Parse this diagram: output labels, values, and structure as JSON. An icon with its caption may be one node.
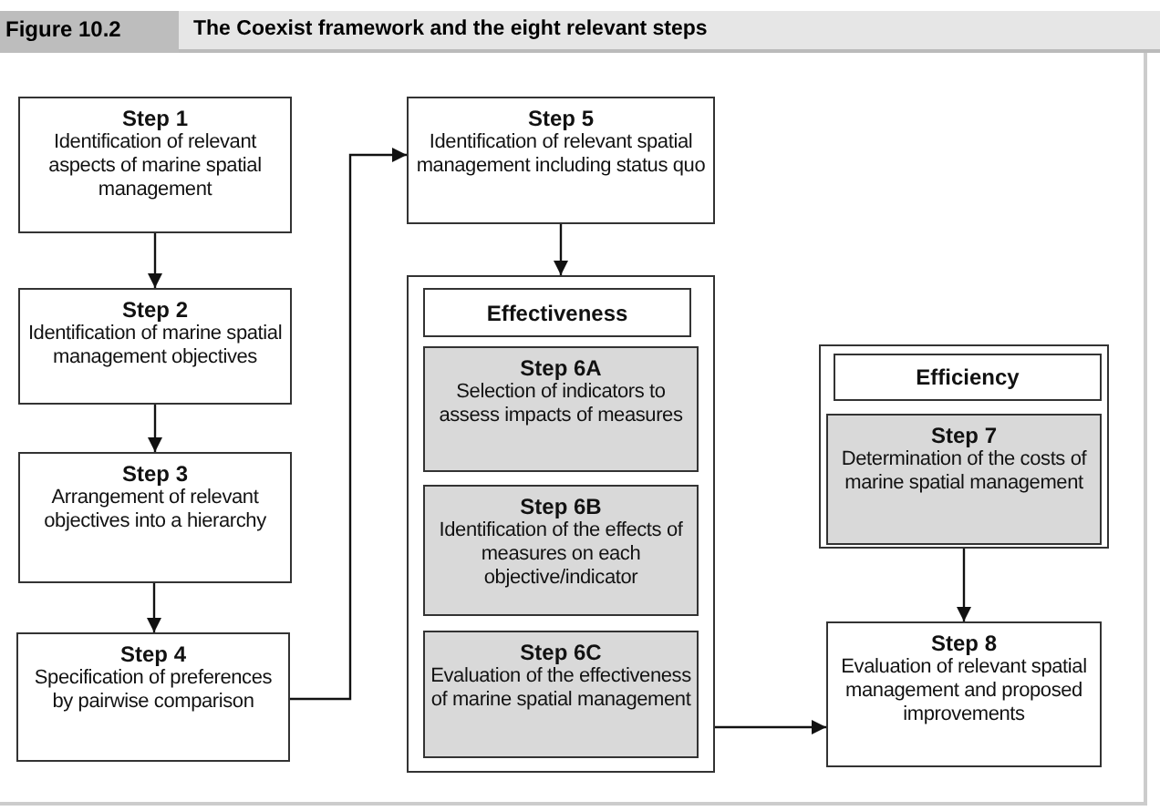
{
  "diagram": {
    "title": "The Coexist framework and the eight relevant steps",
    "nodes": [
      {
        "text": [
          "Step 1",
          "Identification of relevant aspects of marine spatial management"
        ]
      },
      {
        "text": [
          "Step 2",
          "Identification of marine spatial management objectives"
        ]
      },
      {
        "text": [
          "Step 3",
          "Arrangement of relevant objectives into a hierarchy"
        ]
      },
      {
        "text": [
          "Step 4",
          "Specification of preferences by pairwise comparison"
        ]
      },
      {
        "text": [
          "Step 5",
          "Identification of relevant spatial management including status quo"
        ]
      },
      {
        "text": [],
        "shape": "box"
      },
      {
        "text": [
          "Effectiveness"
        ],
        "in": 5
      },
      {
        "text": [
          "Step 6A",
          "Selection of indicators to assess impacts of measures"
        ],
        "in": 5
      },
      {
        "text": [
          "Step 6B",
          "Identification of the effects of measures on each objective/indicator"
        ],
        "in": 5
      },
      {
        "text": [
          "Step 6C",
          "Evaluation of the effectiveness of marine spatial management"
        ],
        "in": 5
      },
      {
        "text": [],
        "shape": "box"
      },
      {
        "text": [
          "Efficiency"
        ],
        "in": 10
      },
      {
        "text": [
          "Step 7",
          "Determination of the costs of marine spatial management"
        ],
        "in": 10
      },
      {
        "text": [
          "Step 8",
          "Evaluation of relevant spatial management and proposed improvements"
        ]
      }
    ],
    "edges": [
      {
        "from": 0,
        "to": 1,
        "arrow": "to"
      },
      {
        "from": 1,
        "to": 2,
        "arrow": "to"
      },
      {
        "from": 2,
        "to": 3,
        "arrow": "to"
      },
      {
        "from": 3,
        "to": 4,
        "arrow": "to"
      },
      {
        "from": 4,
        "to": 5,
        "arrow": "to"
      },
      {
        "from": 5,
        "to": 13,
        "arrow": "to"
      },
      {
        "from": 12,
        "to": 13,
        "arrow": "to"
      }
    ],
    "labels": [
      "Figure 10.2"
    ]
  }
}
